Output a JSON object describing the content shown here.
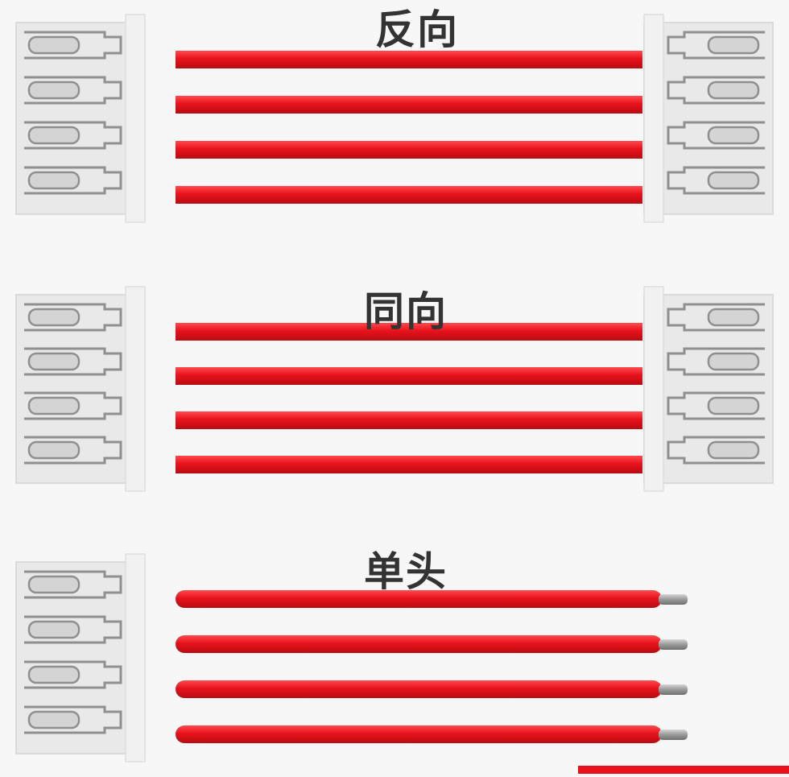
{
  "sections": [
    {
      "title": "反向",
      "type": "reverse",
      "wire_count": 4,
      "connectors": [
        "left",
        "right"
      ]
    },
    {
      "title": "同向",
      "type": "same",
      "wire_count": 4,
      "connectors": [
        "left",
        "right"
      ]
    },
    {
      "title": "单头",
      "type": "single",
      "wire_count": 4,
      "connectors": [
        "left"
      ]
    }
  ],
  "colors": {
    "wire": "#e8121b",
    "wire_dark": "#b80c12",
    "connector_body": "#e9e9e9",
    "connector_outline": "#8f8f8f",
    "pin_slot": "#d4d4d4",
    "stripped_tip": "#9a9a9a",
    "accent_bar": "#e8101a"
  }
}
